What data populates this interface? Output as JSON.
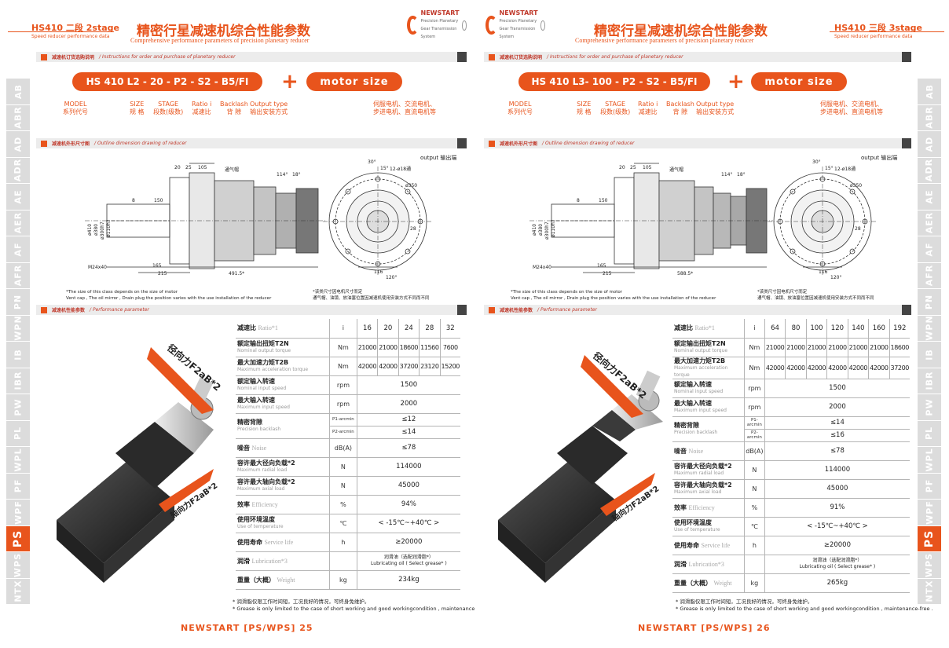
{
  "pages": [
    {
      "header_code": "HS410 二段 2stage",
      "header_sub": "Speed reducer performance data",
      "title_cn": "精密行星减速机综合性能参数",
      "title_en": "Comprehensive performance parameters of precision planetary reducer",
      "logo_name": "NEWSTART",
      "logo_sub": "Precision Planetary Gear Transmission System",
      "sec_order_cn": "减速机订货选购说明",
      "sec_order_en": "/ Instructions for order and purchase of planetary reducer",
      "model_code": "HS 410  L2 - 20 - P2 - S2 - B5/FI",
      "plus": "+",
      "motor_size": "motor size",
      "captions": [
        {
          "en": "MODEL",
          "cn": "系列代号"
        },
        {
          "en": "SIZE",
          "cn": "规 格"
        },
        {
          "en": "STAGE",
          "cn": "段数(级数)"
        },
        {
          "en": "Ratio i",
          "cn": "减速比"
        },
        {
          "en": "Backlash",
          "cn": "背 隙"
        },
        {
          "en": "Output type",
          "cn": "输出安装方式"
        }
      ],
      "motor_desc1": "伺服电机、交流电机、",
      "motor_desc2": "步进电机、直流电机等",
      "sec_dim_cn": "减速机外形尺寸图",
      "sec_dim_en": "/ Outline dimension drawing of reducer",
      "output_label": "output 输出端",
      "dims": {
        "d1": "20",
        "d2": "25",
        "d3": "105",
        "vent": "通气帽",
        "ang1": "114°",
        "ang2": "18°",
        "holes": "12-ø18通",
        "pcd": "ø350",
        "shaft": "M24x40",
        "l1": "150",
        "l2": "165",
        "l3": "215",
        "total": "491.5*",
        "dia1": "ø410",
        "dia2": "ø380",
        "dia3": "ø300h7",
        "dia4": "ø110h7",
        "key": "8",
        "k28": "28",
        "k116": "116",
        "a30": "30°",
        "a15": "15°",
        "a120": "120°"
      },
      "note_en1": "*The size of this class depends on the size of motor",
      "note_en2": "Vent cap , The oil mirror , Drain plug the position varies with the use installation of the reducer",
      "note_cn1": "*该类尺寸因电机尺寸而定",
      "note_cn2": "通气帽、油镜、放油塞位置因减速机使用安装方式不同而不同",
      "sec_perf_cn": "减速机性能参数",
      "sec_perf_en": "/ Performance parameter",
      "radial_label": "径向力F2aB*2",
      "axial_label": "轴向力F2aB*2",
      "ratios": [
        "16",
        "20",
        "24",
        "28",
        "32"
      ],
      "rows": {
        "ratio": {
          "cn": "减速比",
          "en": "Ratio*1",
          "unit": "i"
        },
        "torque": {
          "cn": "额定输出扭矩T2N",
          "en": "Nominal output torque",
          "unit": "Nm",
          "values": [
            "21000",
            "21000",
            "18600",
            "11560",
            "7600"
          ]
        },
        "accel": {
          "cn": "最大加速力矩T2B",
          "en": "Maximum acceleration torque",
          "unit": "Nm",
          "values": [
            "42000",
            "42000",
            "37200",
            "23120",
            "15200"
          ]
        },
        "nominal_speed": {
          "cn": "额定输入转速",
          "en": "Nominal input speed",
          "unit": "rpm",
          "value": "1500"
        },
        "max_speed": {
          "cn": "最大输入转速",
          "en": "Maximum input speed",
          "unit": "rpm",
          "value": "2000"
        },
        "backlash": {
          "cn": "精密背隙",
          "en": "Precision backlash",
          "p1": "P1-arcmin",
          "p1v": "≤12",
          "p2": "P2-arcmin",
          "p2v": "≤14"
        },
        "noise": {
          "cn": "噪音",
          "en": "Noise",
          "unit": "dB(A)",
          "value": "≤78"
        },
        "radial": {
          "cn": "容许最大径向负载*2",
          "en": "Maximum radial load",
          "unit": "N",
          "value": "114000"
        },
        "axial": {
          "cn": "容许最大轴向负载*2",
          "en": "Maximum axial load",
          "unit": "N",
          "value": "45000"
        },
        "eff": {
          "cn": "效率",
          "en": "Efficiency",
          "unit": "%",
          "value": "94%"
        },
        "temp": {
          "cn": "使用环境温度",
          "en": "Use of temperature",
          "unit": "℃",
          "value": "< -15℃~+40℃ >"
        },
        "life": {
          "cn": "使用寿命",
          "en": "Service life",
          "unit": "h",
          "value": "≥20000"
        },
        "lub": {
          "cn": "润滑",
          "en": "Lubrication*3",
          "v1": "润滑油（选配润滑脂*）",
          "v2": "Lubricating oil ( Select grease* )"
        },
        "weight": {
          "cn": "重量（大概）",
          "en": "Weight",
          "unit": "kg",
          "value": "234kg"
        }
      },
      "foot1": "* 润滑脂仅限工作时间短，工况良好的情况，可终身免维护。",
      "foot2": "* Grease is only limited to the case of short working and good workingcondition , maintenance-free .",
      "page_no": "NEWSTART [PS/WPS] 25",
      "sidebar": [
        "AB",
        "ABR",
        "AD",
        "ADR",
        "AE",
        "AER",
        "AF",
        "AFR",
        "PN",
        "WPN",
        "IB",
        "IBR",
        "PW",
        "PL",
        "WPL",
        "PF",
        "WPF",
        "PS",
        "WPS",
        "NTX"
      ],
      "active": "PS"
    },
    {
      "header_code": "HS410 三段 3stage",
      "header_sub": "Speed reducer performance data",
      "title_cn": "精密行星减速机综合性能参数",
      "title_en": "Comprehensive performance parameters of precision planetary reducer",
      "logo_name": "NEWSTART",
      "logo_sub": "Precision Planetary Gear Transmission System",
      "sec_order_cn": "减速机订货选购说明",
      "sec_order_en": "/ Instructions for order and purchase of planetary reducer",
      "model_code": "HS 410  L3- 100 - P2 - S2 - B5/FI",
      "plus": "+",
      "motor_size": "motor size",
      "captions": [
        {
          "en": "MODEL",
          "cn": "系列代号"
        },
        {
          "en": "SIZE",
          "cn": "规 格"
        },
        {
          "en": "STAGE",
          "cn": "段数(级数)"
        },
        {
          "en": "Ratio i",
          "cn": "减速比"
        },
        {
          "en": "Backlash",
          "cn": "背 隙"
        },
        {
          "en": "Output type",
          "cn": "输出安装方式"
        }
      ],
      "motor_desc1": "伺服电机、交流电机、",
      "motor_desc2": "步进电机、直流电机等",
      "sec_dim_cn": "减速机外形尺寸图",
      "sec_dim_en": "/ Outline dimension drawing of reducer",
      "output_label": "output 输出端",
      "dims": {
        "d1": "20",
        "d2": "25",
        "d3": "105",
        "vent": "通气帽",
        "ang1": "114°",
        "ang2": "18°",
        "holes": "12-ø18通",
        "pcd": "ø350",
        "shaft": "M24x40",
        "l1": "150",
        "l2": "165",
        "l3": "215",
        "total": "588.5*",
        "dia1": "ø410",
        "dia2": "ø380",
        "dia3": "ø300h7",
        "dia4": "ø110h7",
        "key": "8",
        "k28": "28",
        "k116": "116",
        "a30": "30°",
        "a15": "15°",
        "a120": "120°"
      },
      "note_en1": "*The size of this class depends on the size of motor",
      "note_en2": "Vent cap , The oil mirror , Drain plug the position varies with the use installation of the reducer",
      "note_cn1": "*该类尺寸因电机尺寸而定",
      "note_cn2": "通气帽、油镜、放油塞位置因减速机使用安装方式不同而不同",
      "sec_perf_cn": "减速机性能参数",
      "sec_perf_en": "/ Performance parameter",
      "radial_label": "径向力F2aB*2",
      "axial_label": "轴向力F2aB*2",
      "ratios": [
        "64",
        "80",
        "100",
        "120",
        "140",
        "160",
        "192"
      ],
      "rows": {
        "ratio": {
          "cn": "减速比",
          "en": "Ratio*1",
          "unit": "i"
        },
        "torque": {
          "cn": "额定输出扭矩T2N",
          "en": "Nominal output torque",
          "unit": "Nm",
          "values": [
            "21000",
            "21000",
            "21000",
            "21000",
            "21000",
            "21000",
            "18600"
          ]
        },
        "accel": {
          "cn": "最大加速力矩T2B",
          "en": "Maximum acceleration torque",
          "unit": "Nm",
          "values": [
            "42000",
            "42000",
            "42000",
            "42000",
            "42000",
            "42000",
            "37200"
          ]
        },
        "nominal_speed": {
          "cn": "额定输入转速",
          "en": "Nominal input speed",
          "unit": "rpm",
          "value": "1500"
        },
        "max_speed": {
          "cn": "最大输入转速",
          "en": "Maximum input speed",
          "unit": "rpm",
          "value": "2000"
        },
        "backlash": {
          "cn": "精密背隙",
          "en": "Precision backlash",
          "p1": "P1-arcmin",
          "p1v": "≤14",
          "p2": "P2-arcmin",
          "p2v": "≤16"
        },
        "noise": {
          "cn": "噪音",
          "en": "Noise",
          "unit": "dB(A)",
          "value": "≤78"
        },
        "radial": {
          "cn": "容许最大径向负载*2",
          "en": "Maximum radial load",
          "unit": "N",
          "value": "114000"
        },
        "axial": {
          "cn": "容许最大轴向负载*2",
          "en": "Maximum axial load",
          "unit": "N",
          "value": "45000"
        },
        "eff": {
          "cn": "效率",
          "en": "Efficiency",
          "unit": "%",
          "value": "91%"
        },
        "temp": {
          "cn": "使用环境温度",
          "en": "Use of temperature",
          "unit": "℃",
          "value": "< -15℃~+40℃ >"
        },
        "life": {
          "cn": "使用寿命",
          "en": "Service life",
          "unit": "h",
          "value": "≥20000"
        },
        "lub": {
          "cn": "润滑",
          "en": "Lubrication*3",
          "v1": "润滑油（选配润滑脂*）",
          "v2": "Lubricating oil ( Select grease* )"
        },
        "weight": {
          "cn": "重量（大概）",
          "en": "Weight",
          "unit": "kg",
          "value": "265kg"
        }
      },
      "foot1": "* 润滑脂仅限工作时间短，工况良好的情况，可终身免维护。",
      "foot2": "* Grease is only limited to the case of short working and good workingcondition , maintenance-free .",
      "page_no": "NEWSTART [PS/WPS] 26",
      "sidebar": [
        "AB",
        "ABR",
        "AD",
        "ADR",
        "AE",
        "AER",
        "AF",
        "AFR",
        "PN",
        "WPN",
        "IB",
        "IBR",
        "PW",
        "PL",
        "WPL",
        "PF",
        "WPF",
        "PS",
        "WPS",
        "NTX"
      ],
      "active": "PS"
    }
  ],
  "colors": {
    "accent": "#e8541c",
    "band": "#ececec",
    "sidebar": "#dcdcdc"
  }
}
